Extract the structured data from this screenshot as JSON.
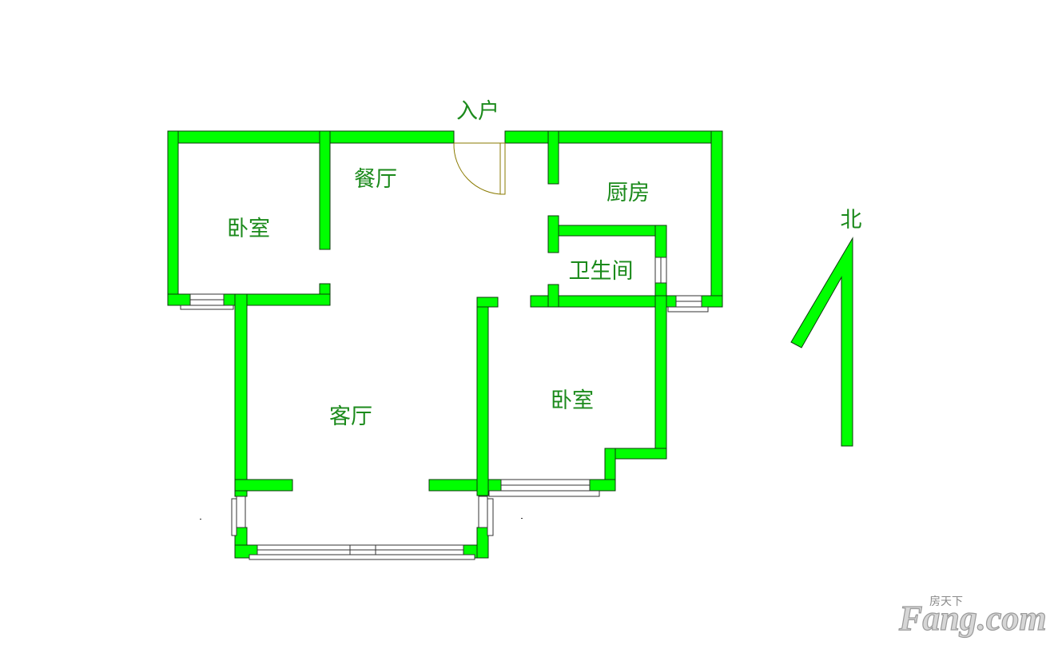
{
  "floorplan": {
    "entrance_label": "入户",
    "north_label": "北",
    "wall_color": "#00ff00",
    "label_color": "#1b8a1b",
    "rooms": {
      "bedroom_left": "卧室",
      "dining": "餐厅",
      "kitchen": "厨房",
      "bathroom": "卫生间",
      "living": "客厅",
      "bedroom_right": "卧室"
    }
  },
  "watermark": {
    "sub": "房天下",
    "main": "Fang.com"
  }
}
